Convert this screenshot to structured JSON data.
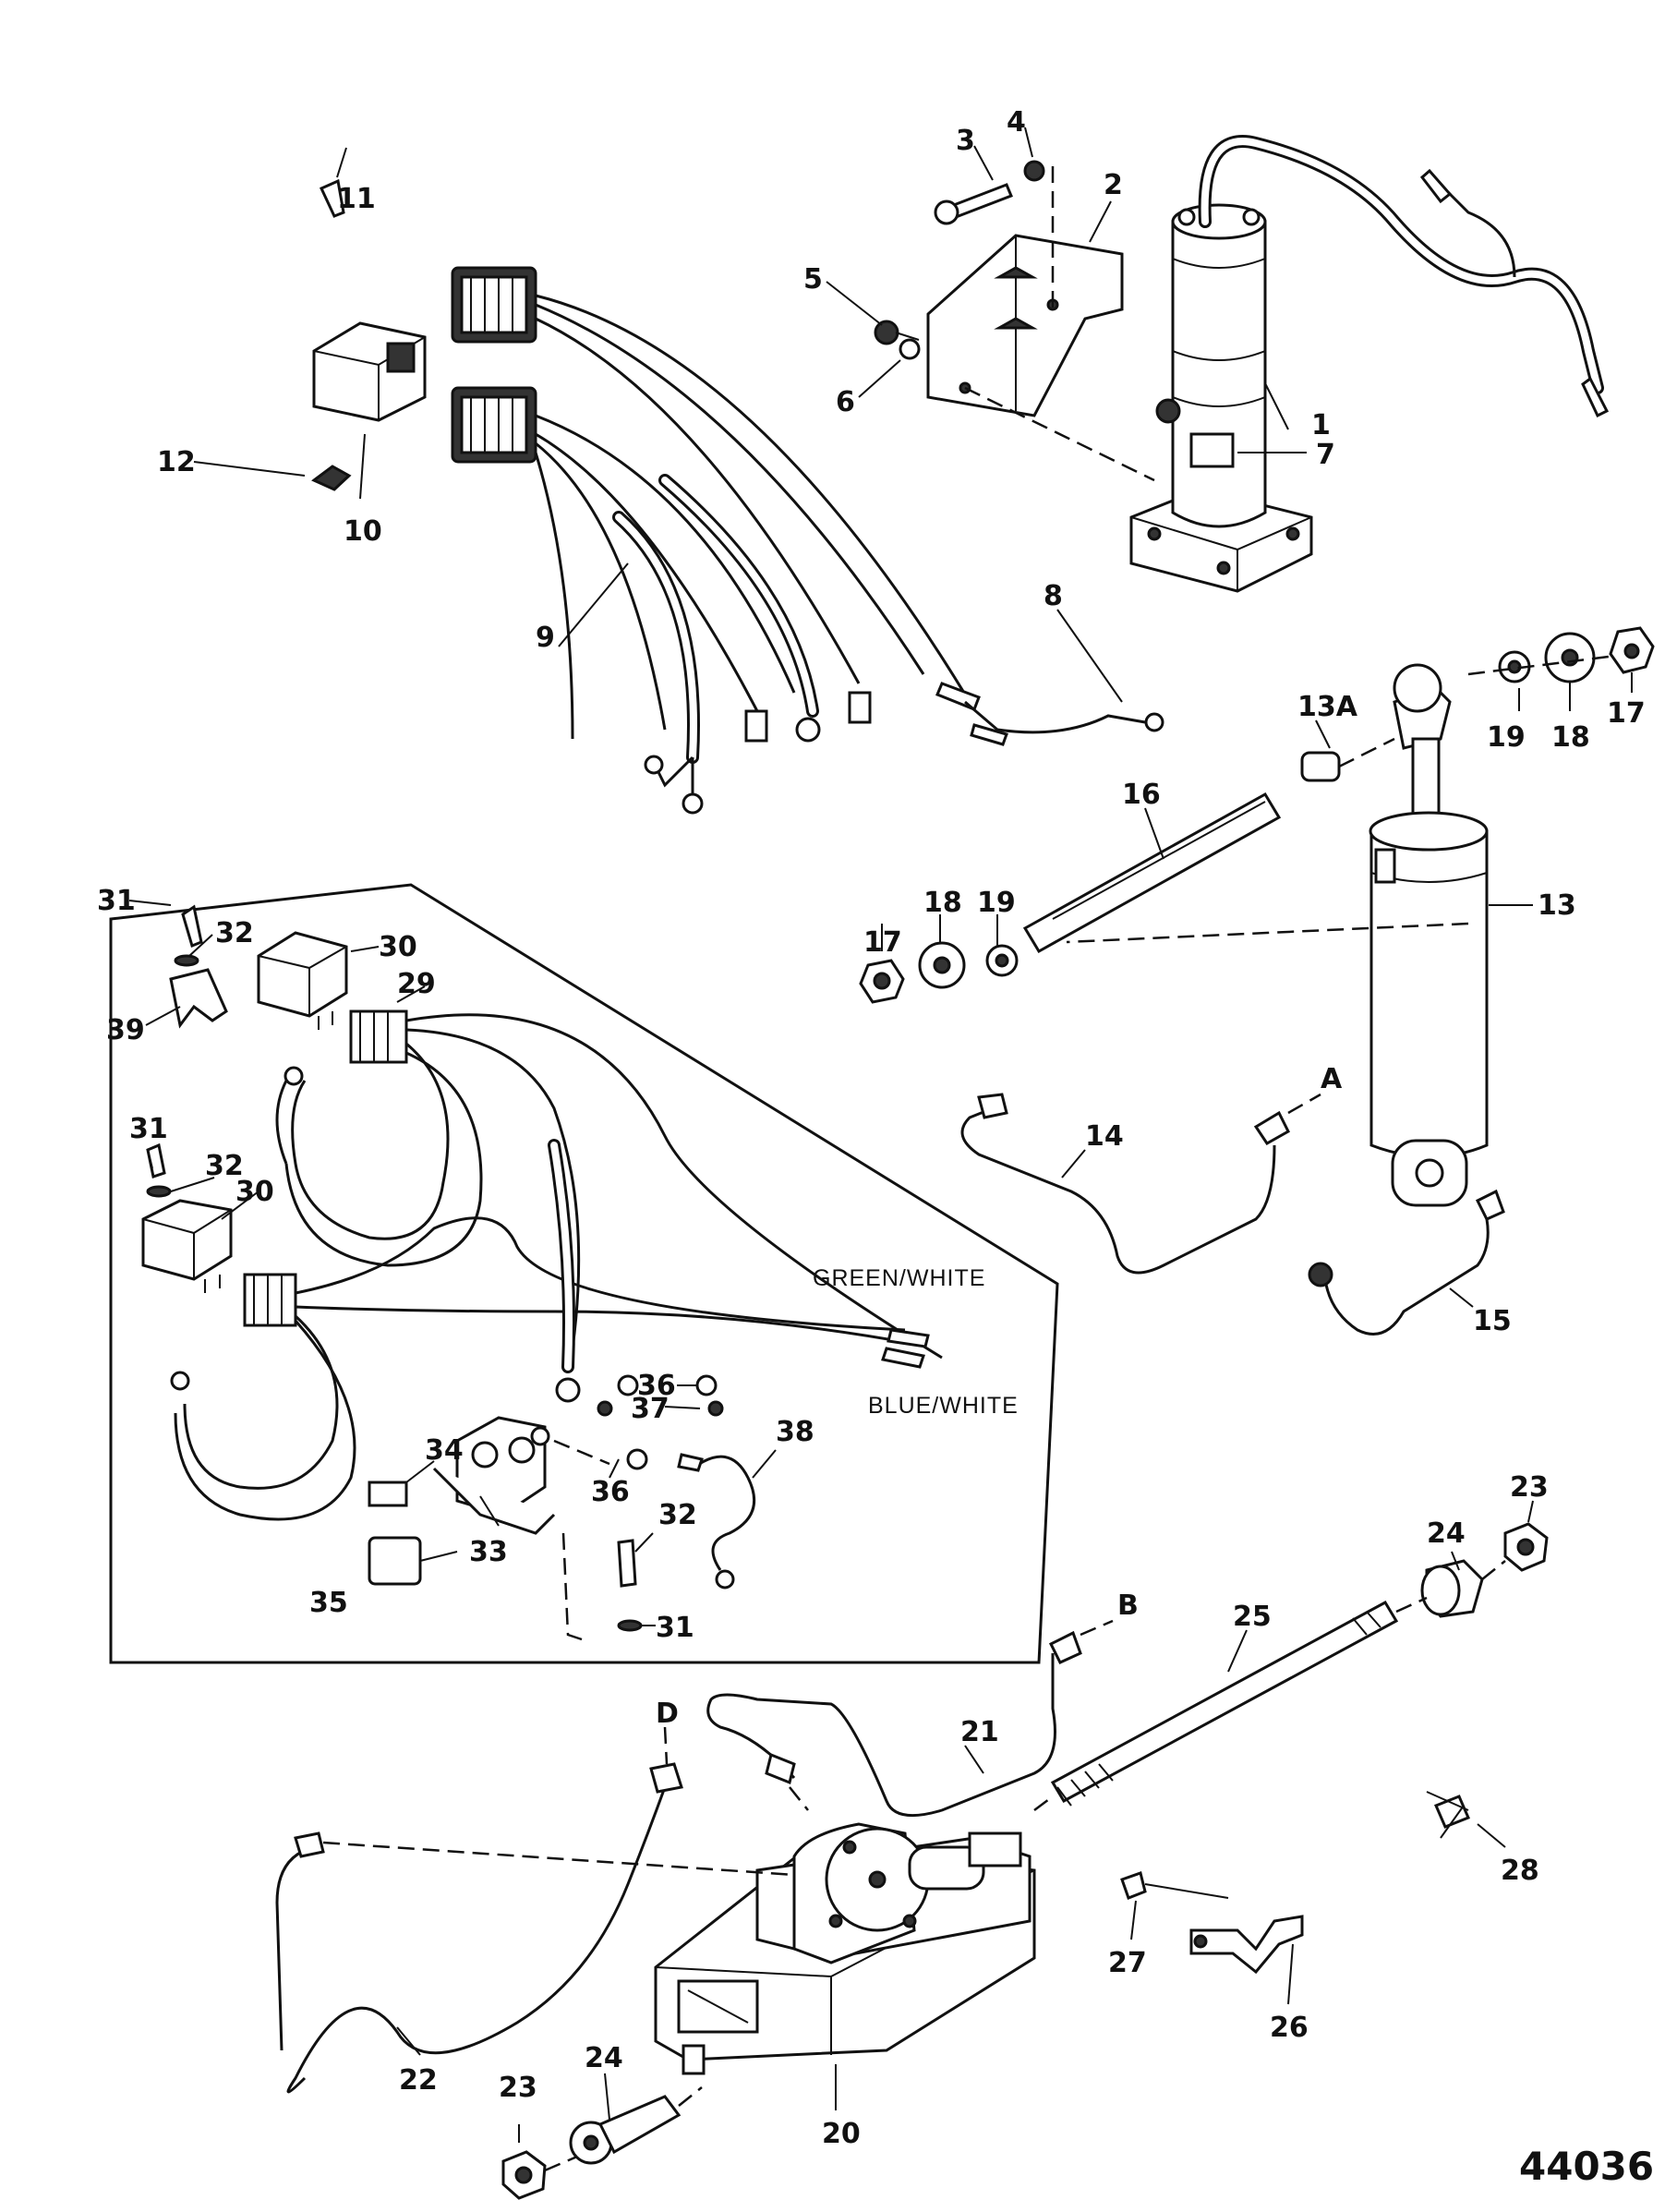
{
  "figure_number": "44036",
  "wire_labels": {
    "green_white": "GREEN/WHITE",
    "blue_white": "BLUE/WHITE"
  },
  "line_labels": {
    "a": "A",
    "b": "B",
    "d": "D"
  },
  "callouts": {
    "c1": "1",
    "c2": "2",
    "c3": "3",
    "c4": "4",
    "c5": "5",
    "c6": "6",
    "c7": "7",
    "c8": "8",
    "c9": "9",
    "c10": "10",
    "c11": "11",
    "c12": "12",
    "c13": "13",
    "c13a": "13A",
    "c14": "14",
    "c15": "15",
    "c16": "16",
    "c17a": "17",
    "c17b": "17",
    "c18a": "18",
    "c18b": "18",
    "c19a": "19",
    "c19b": "19",
    "c20": "20",
    "c21": "21",
    "c22": "22",
    "c23a": "23",
    "c23b": "23",
    "c24a": "24",
    "c24b": "24",
    "c25": "25",
    "c26": "26",
    "c27": "27",
    "c28": "28",
    "c29": "29",
    "c30a": "30",
    "c30b": "30",
    "c31a": "31",
    "c31b": "31",
    "c31c": "31",
    "c32a": "32",
    "c32b": "32",
    "c32c": "32",
    "c33": "33",
    "c34": "34",
    "c35": "35",
    "c36a": "36",
    "c36b": "36",
    "c37": "37",
    "c38": "38",
    "c39": "39"
  }
}
